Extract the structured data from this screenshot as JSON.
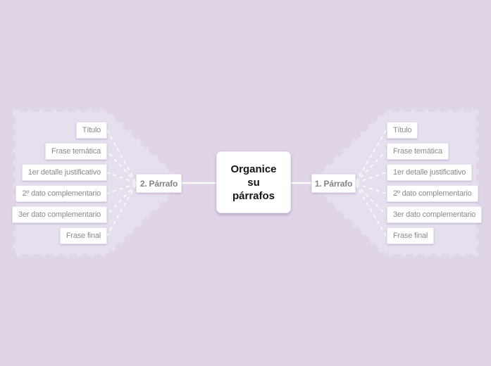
{
  "canvas": {
    "background_color": "#E0D5E7",
    "boundary_fill": "#E6DFEE",
    "node_fill": "#FFFFFF",
    "subtopic_text_color": "#8A8A91",
    "center_text_color": "#151515",
    "connector_color": "#FFFFFF"
  },
  "center_topic": {
    "full_text": "Organice su párrafos",
    "lines": [
      "Organice",
      "su",
      "párrafos"
    ]
  },
  "branches": [
    {
      "side": "right",
      "label": "1. Párrafo",
      "subtopics": [
        "Título",
        "Frase temática",
        "1er detalle justificativo",
        "2º dato complementario",
        "3er dato complementario",
        "Frase final"
      ]
    },
    {
      "side": "left",
      "label": "2. Párrafo",
      "subtopics": [
        "Título",
        "Frase temática",
        "1er detalle justificativo",
        "2º dato complementario",
        "3er dato complementario",
        "Frase final"
      ]
    }
  ]
}
